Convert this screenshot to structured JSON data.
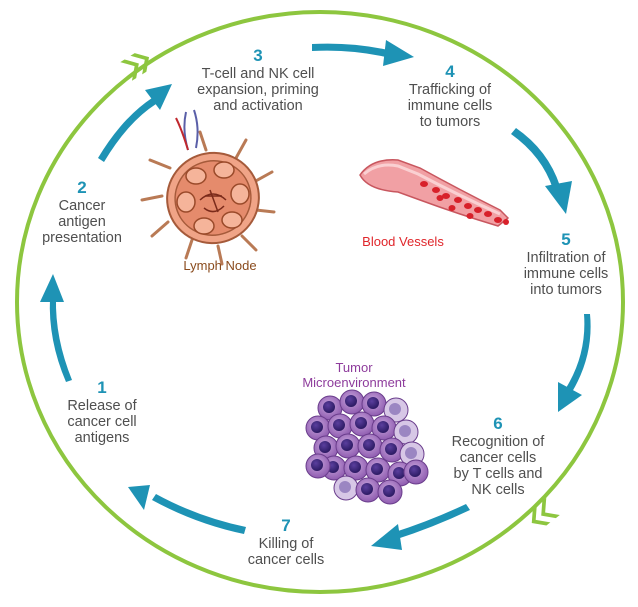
{
  "colors": {
    "circle": "#8dc63f",
    "arrow": "#1e93b5",
    "number": "#1e93b5",
    "text": "#4f4f4f",
    "lymph_label": "#8a4b1d",
    "vessel_label": "#e0262b",
    "tumor_label": "#8e3c9c"
  },
  "steps": [
    {
      "number": "1",
      "lines": [
        "Release of",
        "cancer cell",
        "antigens"
      ]
    },
    {
      "number": "2",
      "lines": [
        "Cancer",
        "antigen",
        "presentation"
      ]
    },
    {
      "number": "3",
      "lines": [
        "T-cell and NK cell",
        "expansion, priming",
        "and activation"
      ]
    },
    {
      "number": "4",
      "lines": [
        "Trafficking of",
        "immune cells",
        "to tumors"
      ]
    },
    {
      "number": "5",
      "lines": [
        "Infiltration of",
        "immune cells",
        "into tumors"
      ]
    },
    {
      "number": "6",
      "lines": [
        "Recognition of",
        "cancer cells",
        "by T cells and",
        "NK cells"
      ]
    },
    {
      "number": "7",
      "lines": [
        "Killing of",
        "cancer cells"
      ]
    }
  ],
  "labels": {
    "lymph_node": "Lymph Node",
    "blood_vessels": "Blood Vessels",
    "tumor_line1": "Tumor",
    "tumor_line2": "Microenvironment"
  },
  "icons": [
    "lymph-node-illustration",
    "blood-vessel-illustration",
    "tumor-cells-illustration",
    "chevron-arrow-icon"
  ]
}
